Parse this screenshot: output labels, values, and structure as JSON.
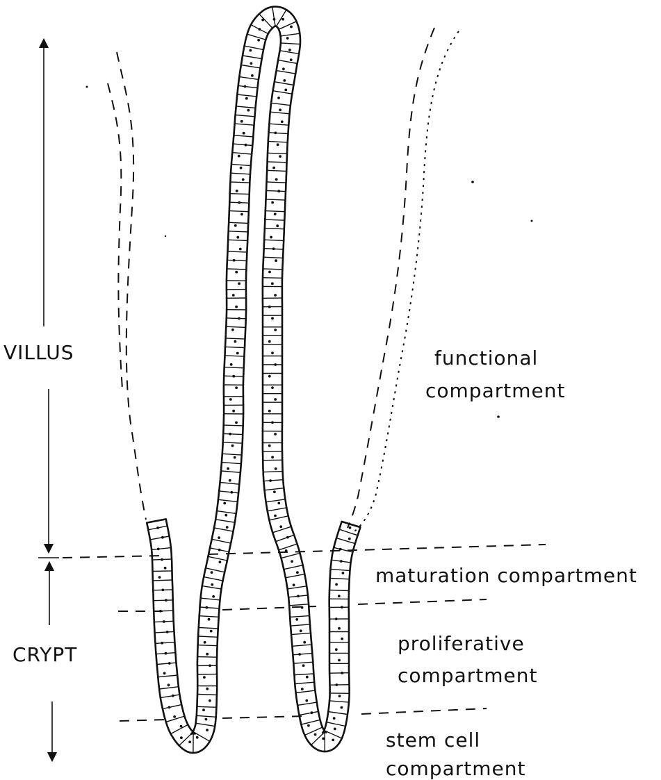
{
  "diagram": {
    "regions": {
      "villus": "VILLUS",
      "crypt": "CRYPT"
    },
    "compartments": {
      "functional_line1": "functional",
      "functional_line2": "compartment",
      "maturation": "maturation compartment",
      "proliferative_line1": "proliferative",
      "proliferative_line2": "compartment",
      "stem_line1": "stem cell",
      "stem_line2": "compartment"
    }
  }
}
